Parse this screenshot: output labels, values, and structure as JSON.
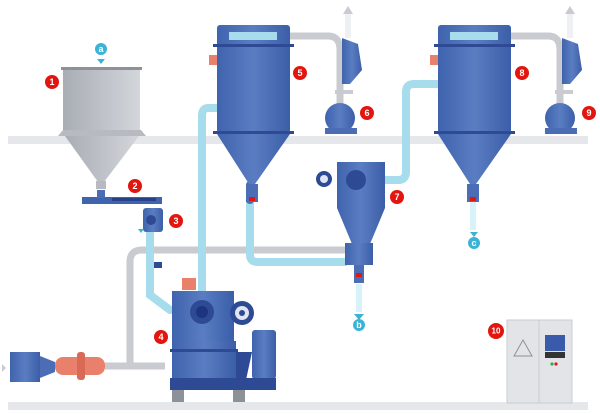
{
  "diagram": {
    "colors": {
      "equipment": "#4a6db5",
      "equipment_dark": "#2e4a94",
      "product_pipe": "#a6dcec",
      "air_pipe": "#c9cbd0",
      "number_badge": "#e3150f",
      "letter_badge": "#3bb3d6",
      "silencer": "#e8806b",
      "platform": "#e6e7ea"
    },
    "numbers": [
      "1",
      "2",
      "3",
      "4",
      "5",
      "6",
      "7",
      "8",
      "9",
      "10"
    ],
    "letters": [
      "a",
      "b",
      "c"
    ]
  }
}
